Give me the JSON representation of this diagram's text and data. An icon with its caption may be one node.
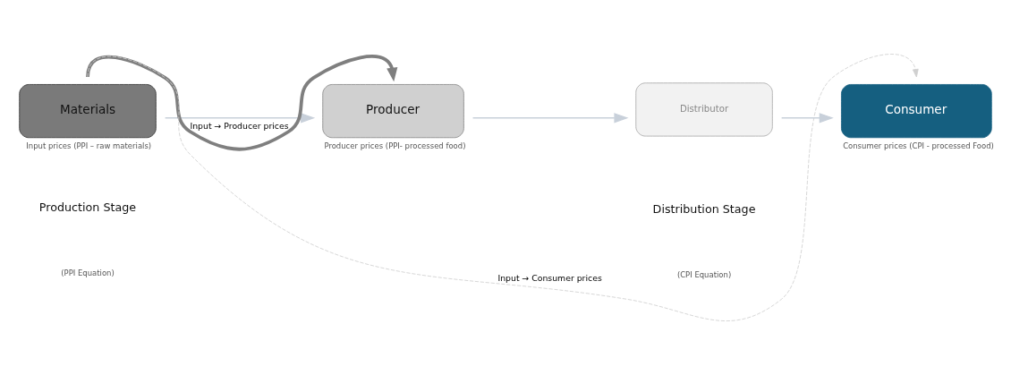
{
  "diagram": {
    "nodes": [
      {
        "text": [
          "Materials"
        ],
        "beside": [
          "Input prices (PPI – raw materials)"
        ]
      },
      {
        "text": [
          "Producer"
        ],
        "beside": [
          "Producer prices (PPI- processed food)"
        ]
      },
      {
        "text": [
          "Distributor"
        ]
      },
      {
        "text": [
          "Consumer"
        ],
        "beside": [
          "Consumer prices (CPI - processed Food)"
        ]
      }
    ],
    "edges": [
      {
        "from": 0,
        "to": 1,
        "arrow": "to"
      },
      {
        "from": 1,
        "to": 2,
        "arrow": "to"
      },
      {
        "from": 2,
        "to": 3,
        "arrow": "to"
      },
      {
        "from": 0,
        "to": 1,
        "arrow": "to",
        "label": "Input → Producer prices",
        "style": "thick",
        "color": "#7f7f7f"
      },
      {
        "from": 0,
        "to": 3,
        "arrow": "to",
        "label": "Input → Consumer prices",
        "style": "dashed",
        "color": "#d0d0d0"
      }
    ],
    "labels": [
      "Production Stage",
      "(PPI Equation)",
      "Distribution Stage",
      "(CPI Equation)"
    ]
  }
}
